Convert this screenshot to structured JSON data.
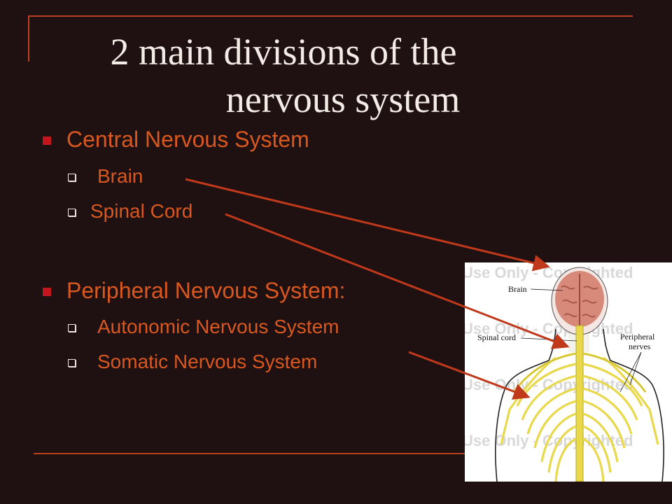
{
  "slide": {
    "title_line1": "2 main divisions of the",
    "title_line2": "nervous system"
  },
  "bullets": {
    "cns": {
      "label": "Central Nervous System",
      "items": [
        "Brain",
        "Spinal Cord"
      ]
    },
    "pns": {
      "label": "Peripheral Nervous System:",
      "items": [
        "Autonomic Nervous System",
        "Somatic Nervous System"
      ]
    }
  },
  "figure": {
    "labels": {
      "brain": "Brain",
      "spinal_cord": "Spinal cord",
      "peripheral_line1": "Peripheral",
      "peripheral_line2": "nerves"
    },
    "watermark": "Use Only - Copyrighted"
  },
  "colors": {
    "background": "#1f1011",
    "title": "#f3ece6",
    "bullet_text": "#d9581f",
    "accent_line": "#b8411f",
    "arrow": "#c0391b",
    "bullet_marker": "#c4161c",
    "nerve": "#e8d84a",
    "brain": "#d88a7a"
  }
}
